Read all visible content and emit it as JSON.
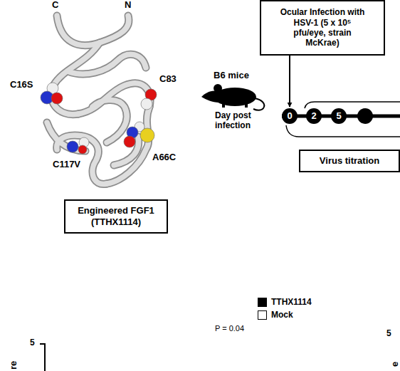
{
  "diagram": {
    "nodes": [
      {
        "text": [
          "Ocular Infection with HSV-1 (5 x 10⁵ pfu/eye, strain McKrae)"
        ]
      },
      {
        "text": [
          "0"
        ]
      },
      {
        "text": [
          "2"
        ]
      },
      {
        "text": [
          "5"
        ]
      },
      {
        "text": [
          "Virus titration"
        ]
      },
      {
        "text": [
          "Engineered FGF1 (TTHX1114)"
        ]
      }
    ],
    "edges": [
      {
        "from": 0,
        "to": 1,
        "arrow": "to"
      }
    ],
    "labels": [
      "C",
      "N",
      "C16S",
      "C83",
      "B6 mice",
      "Day post infection",
      "A66C",
      "C117V",
      "P = 0.04",
      "5",
      "re",
      "5",
      "e"
    ],
    "legend": [
      {
        "text": "TTHX1114",
        "color": "#000000"
      },
      {
        "text": "Mock",
        "color": "#ffffff"
      }
    ]
  }
}
